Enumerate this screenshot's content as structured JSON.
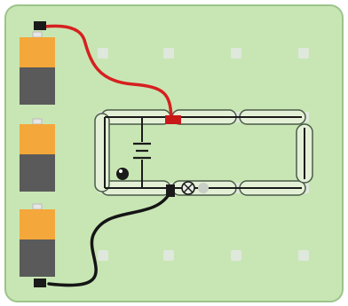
{
  "board": {
    "name": "circuit-breadboard",
    "background_color": "#c8e6b4",
    "border_color": "#9cc48a",
    "peg_color": "#dfe8dc",
    "track_fill": "#e3f0d6",
    "track_stroke": "#4a5a48"
  },
  "batteries": [
    {
      "name": "battery-1",
      "top_color": "#f4a73a",
      "bottom_color": "#5a5a5a"
    },
    {
      "name": "battery-2",
      "top_color": "#f4a73a",
      "bottom_color": "#5a5a5a"
    },
    {
      "name": "battery-3",
      "top_color": "#f4a73a",
      "bottom_color": "#5a5a5a"
    }
  ],
  "wires": {
    "positive_color": "#d62020",
    "negative_color": "#151515"
  },
  "components": {
    "bulb_icon": "bulb-icon",
    "capacitor_icon": "capacitor-icon",
    "knob_icon": "knob-icon"
  }
}
